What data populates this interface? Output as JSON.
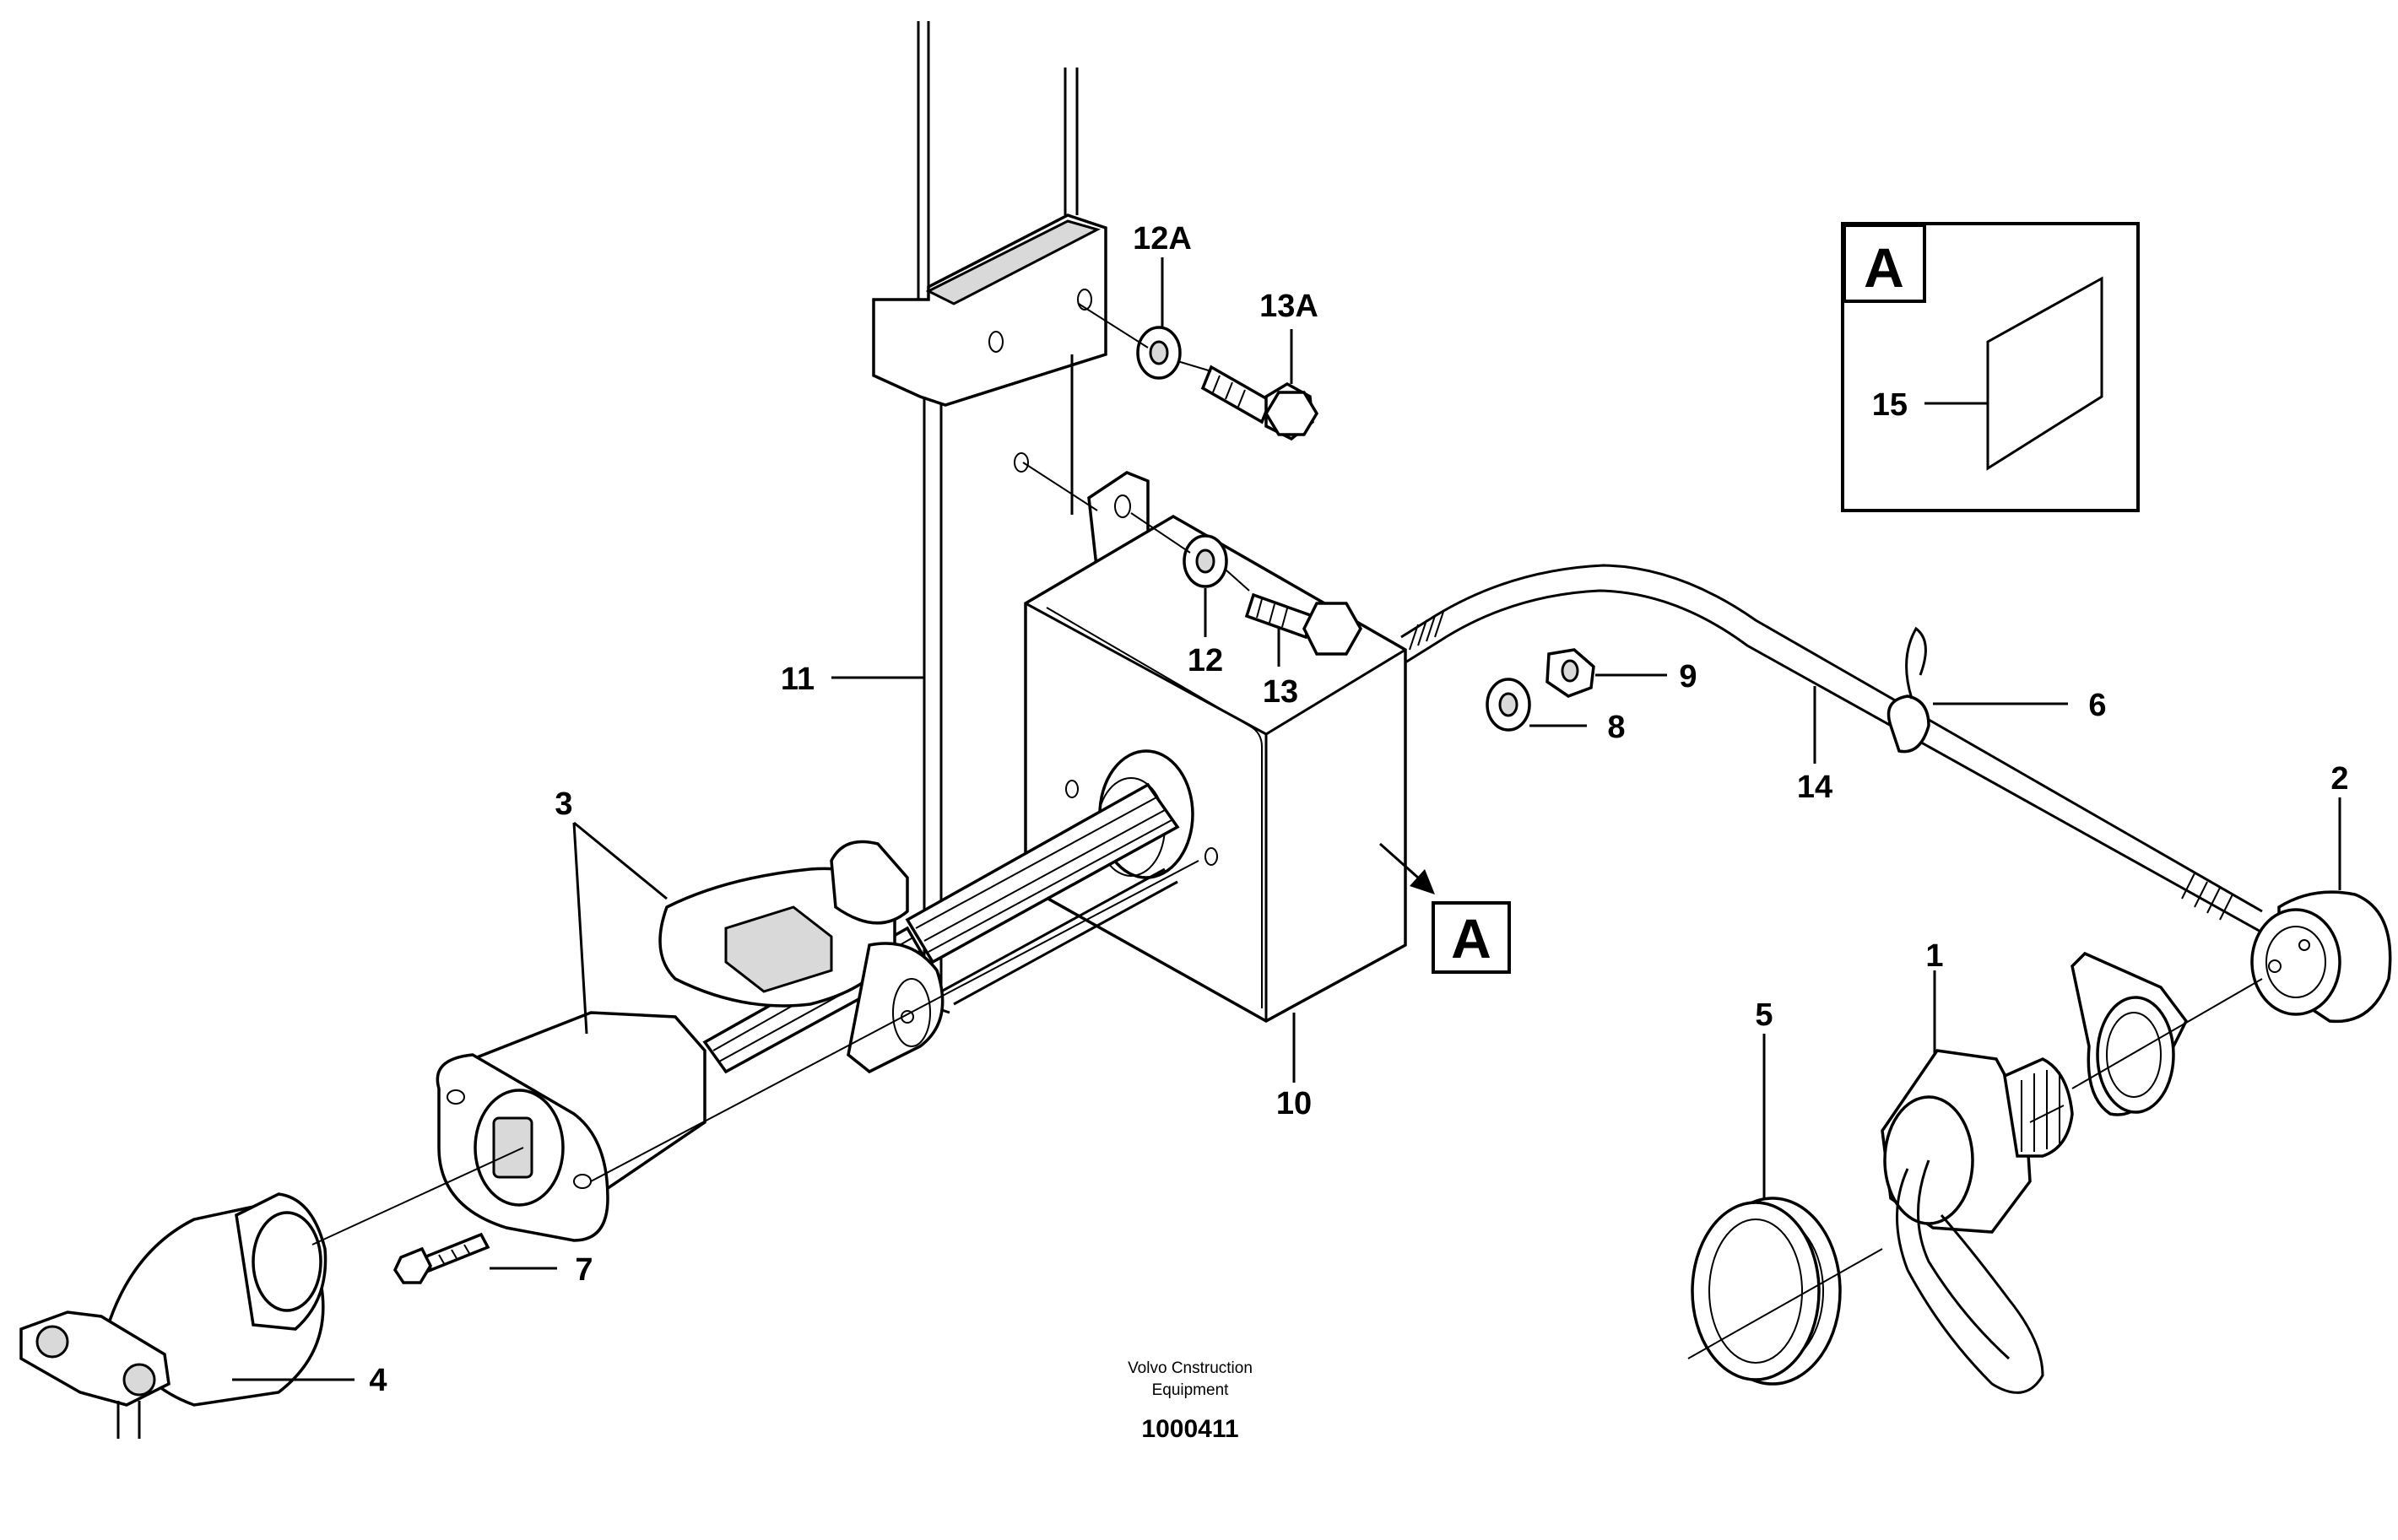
{
  "labels": {
    "l1": "1",
    "l2": "2",
    "l3": "3",
    "l4": "4",
    "l5": "5",
    "l6": "6",
    "l7": "7",
    "l8": "8",
    "l9": "9",
    "l10": "10",
    "l11": "11",
    "l12": "12",
    "l12a": "12A",
    "l13": "13",
    "l13a": "13A",
    "l14": "14",
    "l15": "15"
  },
  "detail": {
    "marker": "A",
    "box_letter": "A"
  },
  "credit": {
    "line1": "Volvo Cnstruction",
    "line2": "Equipment"
  },
  "drawing_number": "1000411"
}
